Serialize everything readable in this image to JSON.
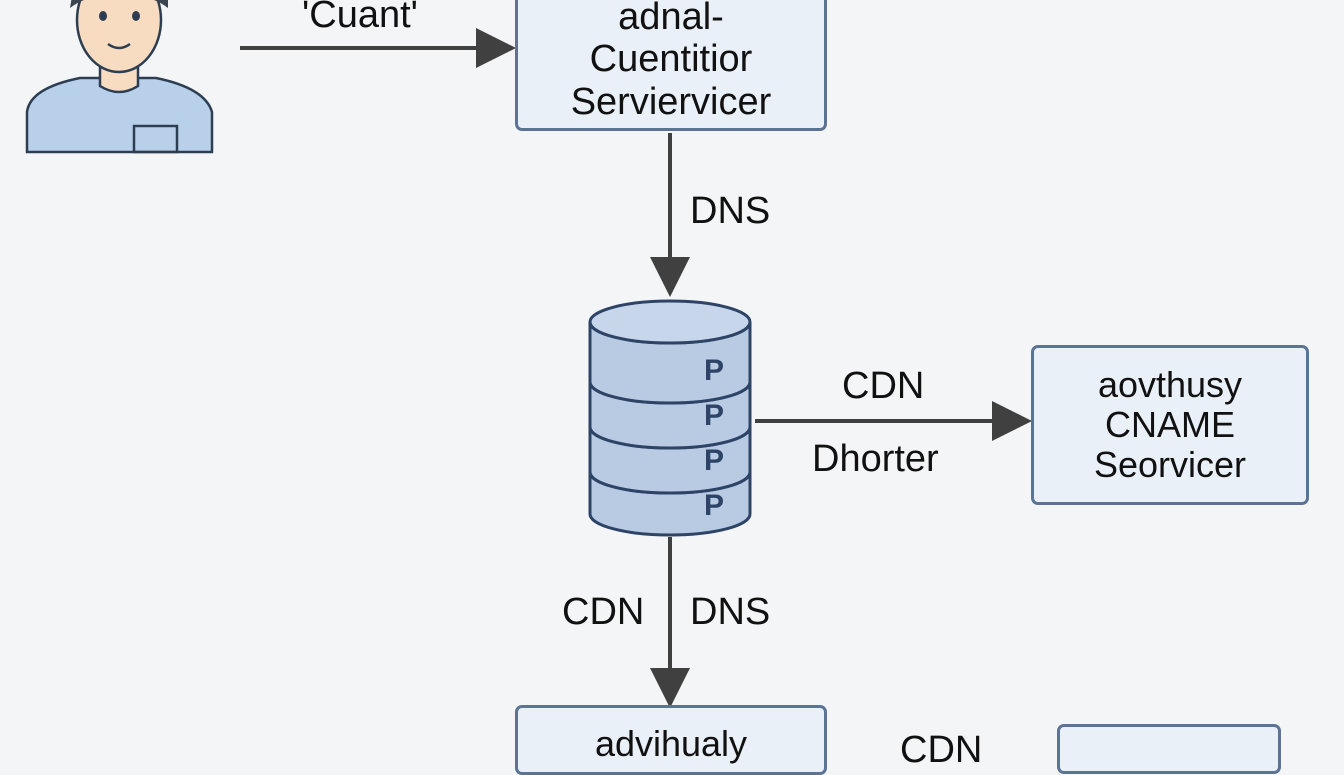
{
  "user": {
    "label": "'Cuant'"
  },
  "top_service": {
    "lines": [
      "adnal-",
      "Cuentitior",
      "Serviervicer"
    ]
  },
  "dns_top": {
    "label": "DNS"
  },
  "database": {
    "slices": [
      "P",
      "P",
      "P",
      "P"
    ]
  },
  "right_service": {
    "lines": [
      "aovthusy",
      "CNAME",
      "Seorvicer"
    ]
  },
  "edge_right": {
    "label_top": "CDN",
    "label_bottom": "Dhorter"
  },
  "edge_down": {
    "label_left": "CDN",
    "label_right": "DNS"
  },
  "bottom_service": {
    "lines": [
      "advihualy"
    ]
  },
  "bottom_edge": {
    "label": "CDN"
  },
  "colors": {
    "box_fill": "#eaf0f8",
    "box_border": "#5b7394",
    "db_fill": "#b9cbe3",
    "db_stroke": "#2e4467",
    "arrow": "#404040"
  }
}
